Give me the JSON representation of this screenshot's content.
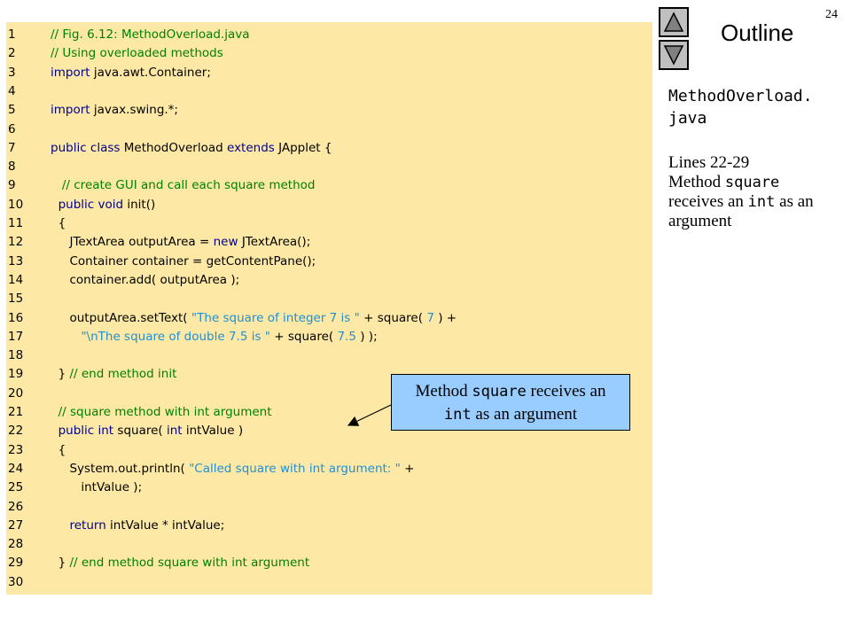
{
  "page_number": "24",
  "outline": {
    "title": "Outline",
    "up_icon": "triangle-up-icon",
    "down_icon": "triangle-down-icon"
  },
  "sidebar": {
    "file_line1": "MethodOverload.",
    "file_line2": "java",
    "lines_label": "Lines 22-29",
    "desc_word1": "Method ",
    "desc_code1": "square",
    "desc_word2": "receives an ",
    "desc_code2": "int",
    "desc_word3": " as an",
    "desc_word4": "argument"
  },
  "callout": {
    "text1": "Method ",
    "code1": "square",
    "text2": " receives an",
    "code2": "int",
    "text3": " as an argument"
  },
  "code_lines": [
    {
      "n": "1",
      "indent": "",
      "segs": [
        [
          "cm",
          "// Fig. 6.12: MethodOverload.java"
        ]
      ]
    },
    {
      "n": "2",
      "indent": "",
      "segs": [
        [
          "cm",
          "// Using overloaded methods"
        ]
      ]
    },
    {
      "n": "3",
      "indent": "",
      "segs": [
        [
          "kw",
          "import"
        ],
        [
          "",
          "java.awt.Container;"
        ]
      ]
    },
    {
      "n": "4",
      "indent": "",
      "segs": []
    },
    {
      "n": "5",
      "indent": "",
      "segs": [
        [
          "kw",
          "import"
        ],
        [
          "",
          "javax.swing.*;"
        ]
      ]
    },
    {
      "n": "6",
      "indent": "",
      "segs": []
    },
    {
      "n": "7",
      "indent": "",
      "segs": [
        [
          "kw",
          "public class"
        ],
        [
          "",
          "MethodOverload"
        ],
        [
          "kw",
          "extends"
        ],
        [
          "",
          "JApplet {"
        ]
      ]
    },
    {
      "n": "8",
      "indent": "",
      "segs": []
    },
    {
      "n": "9",
      "indent": "   ",
      "segs": [
        [
          "cm",
          "// create GUI and call each square method"
        ]
      ]
    },
    {
      "n": "10",
      "indent": "  ",
      "segs": [
        [
          "kw",
          "public void"
        ],
        [
          "",
          "init()"
        ]
      ]
    },
    {
      "n": "11",
      "indent": "  ",
      "segs": [
        [
          "",
          "{"
        ]
      ]
    },
    {
      "n": "12",
      "indent": "     ",
      "segs": [
        [
          "",
          "JTextArea outputArea ="
        ],
        [
          "kw",
          "new"
        ],
        [
          "",
          "JTextArea();"
        ]
      ]
    },
    {
      "n": "13",
      "indent": "     ",
      "segs": [
        [
          "",
          "Container container = getContentPane();"
        ]
      ]
    },
    {
      "n": "14",
      "indent": "     ",
      "segs": [
        [
          "",
          "container.add( outputArea );"
        ]
      ]
    },
    {
      "n": "15",
      "indent": "",
      "segs": []
    },
    {
      "n": "16",
      "indent": "     ",
      "segs": [
        [
          "",
          "outputArea.setText("
        ],
        [
          "str",
          "\"The square of integer 7 is \""
        ],
        [
          "",
          "+ square("
        ],
        [
          "num",
          "7"
        ],
        [
          "",
          ") +"
        ]
      ]
    },
    {
      "n": "17",
      "indent": "        ",
      "segs": [
        [
          "str",
          "\"\\nThe square of double 7.5 is \""
        ],
        [
          "",
          "+ square("
        ],
        [
          "num",
          "7.5"
        ],
        [
          "",
          ") );"
        ]
      ]
    },
    {
      "n": "18",
      "indent": "",
      "segs": []
    },
    {
      "n": "19",
      "indent": "  ",
      "segs": [
        [
          "",
          "}"
        ],
        [
          "cm",
          "// end method init"
        ]
      ]
    },
    {
      "n": "20",
      "indent": "",
      "segs": []
    },
    {
      "n": "21",
      "indent": "  ",
      "segs": [
        [
          "cm",
          "// square method with int argument"
        ]
      ]
    },
    {
      "n": "22",
      "indent": "  ",
      "segs": [
        [
          "kw",
          "public int"
        ],
        [
          "",
          "square("
        ],
        [
          "kw",
          "int"
        ],
        [
          "",
          "intValue )"
        ]
      ]
    },
    {
      "n": "23",
      "indent": "  ",
      "segs": [
        [
          "",
          "{"
        ]
      ]
    },
    {
      "n": "24",
      "indent": "     ",
      "segs": [
        [
          "",
          "System.out.println("
        ],
        [
          "str",
          "\"Called square with int argument: \""
        ],
        [
          "",
          "+"
        ]
      ]
    },
    {
      "n": "25",
      "indent": "        ",
      "segs": [
        [
          "",
          "intValue );"
        ]
      ]
    },
    {
      "n": "26",
      "indent": "",
      "segs": []
    },
    {
      "n": "27",
      "indent": "     ",
      "segs": [
        [
          "kw",
          "return"
        ],
        [
          "",
          "intValue * intValue;"
        ]
      ]
    },
    {
      "n": "28",
      "indent": "",
      "segs": []
    },
    {
      "n": "29",
      "indent": "  ",
      "segs": [
        [
          "",
          "}"
        ],
        [
          "cm",
          "// end method square with int argument"
        ]
      ]
    },
    {
      "n": "30",
      "indent": "",
      "segs": []
    }
  ]
}
